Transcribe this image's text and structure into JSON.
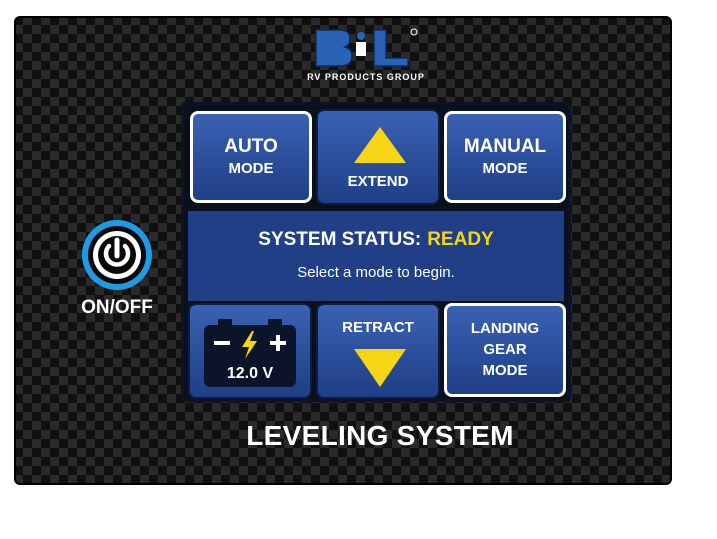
{
  "brand": {
    "logo_text": "B&L",
    "sub": "RV PRODUCTS GROUP"
  },
  "power": {
    "label": "ON/OFF"
  },
  "buttons": {
    "auto": {
      "line1": "AUTO",
      "line2": "MODE",
      "selected": true
    },
    "extend": {
      "label": "EXTEND"
    },
    "manual": {
      "line1": "MANUAL",
      "line2": "MODE",
      "selected": true
    },
    "retract": {
      "label": "RETRACT"
    },
    "landing": {
      "line1": "LANDING",
      "line2": "GEAR",
      "line3": "MODE",
      "selected": true
    }
  },
  "status": {
    "label": "SYSTEM STATUS:",
    "value": "READY",
    "value_color": "#f6d515",
    "hint": "Select a mode to begin."
  },
  "battery": {
    "voltage": "12.0 V"
  },
  "footer": {
    "title": "LEVELING SYSTEM"
  },
  "colors": {
    "button_blue": "#2c4f9f",
    "status_blue": "#213f86",
    "accent_yellow": "#f6d515",
    "power_ring": "#1e9be6"
  },
  "icons": [
    "power-icon",
    "triangle-up-icon",
    "triangle-down-icon",
    "battery-icon",
    "bolt-icon"
  ]
}
